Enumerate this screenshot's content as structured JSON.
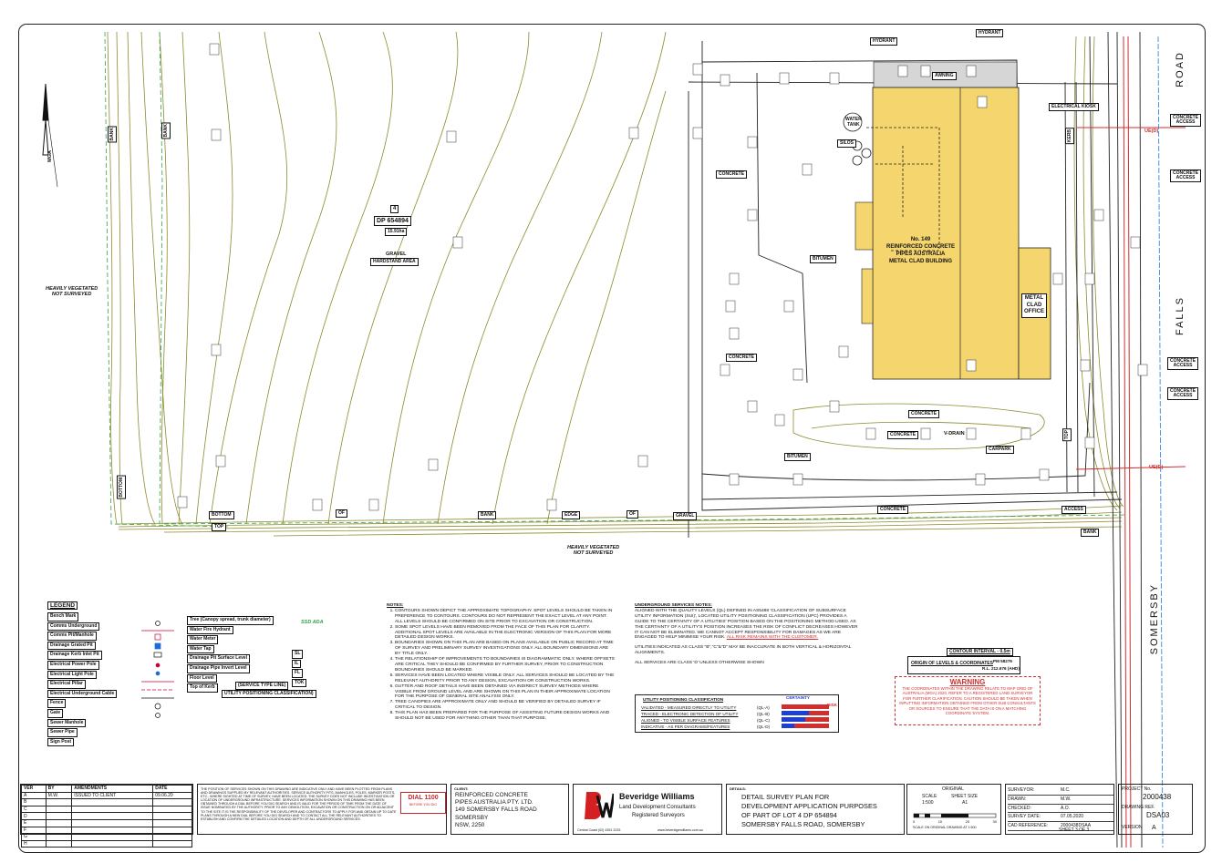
{
  "north": {
    "label": "MGA"
  },
  "lot": {
    "number": "4",
    "dp": "DP 654894",
    "area": "15.91ha"
  },
  "areas": {
    "gravel_hardstand": [
      "GRAVEL",
      "HARDSTAND AREA"
    ],
    "heavily_vegetated_left": [
      "HEAVILY VEGETATED",
      "NOT SURVEYED"
    ],
    "heavily_vegetated_bottom": [
      "HEAVILY VEGETATED",
      "NOT SURVEYED"
    ]
  },
  "building": {
    "lines": [
      "No. 149",
      "REINFORCED CONCRETE",
      "PIPES AUSTRALIA",
      "METAL CLAD BUILDING"
    ],
    "office": [
      "METAL",
      "CLAD",
      "OFFICE"
    ],
    "awning": "AWNING",
    "hydrant_top": "HYDRANT",
    "hydrant_top2": "HYDRANT",
    "water_tank": [
      "WATER",
      "TANK"
    ],
    "silos": "SILOS",
    "electrical_kiosk": "ELECTRICAL KIOSK"
  },
  "surface_labels": {
    "concrete": "CONCRETE",
    "bitumen": "BITUMEN",
    "v_drain": "V-DRAIN",
    "carpark": "CARPARK",
    "access": "ACCESS",
    "bank": "BANK",
    "edge": "EDGE",
    "gravel": "GRAVEL",
    "bottom": "BOTTOM",
    "top": "TOP",
    "of": "OF",
    "kerb": "KERB",
    "concrete_access": [
      "CONCRETE",
      "ACCESS"
    ]
  },
  "roads": {
    "road1": "ROAD",
    "road2": "FALLS",
    "road3": "SOMERSBY"
  },
  "services": {
    "ue": "UE(D)"
  },
  "legend": {
    "title": "LEGEND",
    "col1": [
      "Bench Mark",
      "Comms Underground",
      "Comms Pit/Manhole",
      "Drainage Grated Pit",
      "Drainage Kerb Inlet Pit",
      "Electrical Power Pole",
      "Electrical Light Pole",
      "Electrical Pillar",
      "Electrical Underground Cable",
      "Fence",
      "Gate",
      "Sewer Manhole",
      "Sewer Pipe",
      "Sign Post"
    ],
    "col2": [
      "Tree (Canopy spread, trunk diameter)",
      "Water Fire Hydrant",
      "Water Meter",
      "Water Tap",
      "Drainage Pit Surface Level",
      "Drainage Pipe Invert Level",
      "Floor Level",
      "Top of Kerb"
    ],
    "col3": [
      "SL",
      "IL",
      "FL",
      "TOK"
    ],
    "service_type": [
      "(SERVICE TYPE LINE)",
      "UTILITY POSITIONING CLASSIFICATION)"
    ],
    "spot": "SSD ADA"
  },
  "notes": {
    "title": "NOTES:",
    "items": [
      "CONTOURS SHOWN DEPICT THE APPROXIMATE TOPOGRAPHY. SPOT LEVELS SHOULD BE TAKEN IN PREFERENCE TO CONTOURS. CONTOURS DO NOT REPRESENT THE EXACT LEVEL AT ANY POINT. ALL LEVELS SHOULD BE CONFIRMED ON SITE PRIOR TO EXCAVATION OR CONSTRUCTION.",
      "SOME SPOT LEVELS HAVE BEEN REMOVED FROM THE FACE OF THIS PLAN FOR CLARITY. ADDITIONAL SPOT LEVELS ARE AVAILABLE IN THE ELECTRONIC VERSION OF THIS PLAN FOR MORE DETAILED DESIGN WORKS.",
      "BOUNDARIES SHOWN ON THIS PLAN ARE BASED ON PLANS AVAILABLE ON PUBLIC RECORD AT TIME OF SURVEY AND PRELIMINARY SURVEY INVESTIGATIONS ONLY. ALL BOUNDARY DIMENSIONS ARE BY TITLE ONLY.",
      "THE RELATIONSHIP OF IMPROVEMENTS TO BOUNDARIES IS DIAGRAMMATIC ONLY. WHERE OFFSETS ARE CRITICAL THEY SHOULD BE CONFIRMED BY FURTHER SURVEY, PRIOR TO CONSTRUCTION BOUNDARIES SHOULD BE MARKED.",
      "SERVICES HAVE BEEN LOCATED WHERE VISIBLE ONLY. ALL SERVICES SHOULD BE LOCATED BY THE RELEVANT AUTHORITY PRIOR TO ANY DESIGN, EXCAVATION OR CONSTRUCTION WORKS.",
      "GUTTER AND ROOF DETAILS HAVE BEEN OBTAINED VIA INDIRECT SURVEY METHODS WHERE VISIBLE FROM GROUND LEVEL AND ARE SHOWN ON THIS PLAN IN THEIR APPROXIMATE LOCATION FOR THE PURPOSE OF GENERAL SITE ANALYSIS ONLY.",
      "TREE CANOPIES ARE APPROXIMATE ONLY AND SHOULD BE VERIFIED BY DETAILED SURVEY IF CRITICAL TO DESIGN.",
      "THIS PLAN HAS BEEN PREPARED FOR THE PURPOSE OF ASSISTING FUTURE DESIGN WORKS AND SHOULD NOT BE USED FOR ANYTHING OTHER THAN THAT PURPOSE."
    ]
  },
  "ug_notes": {
    "title": "UNDERGROUND SERVICES NOTES:",
    "p1": "ALIGNED WITH THE QUALITY LEVELS (QL) DEFINED IN AS5488 'CLASSIFICATION OF SUBSURFACE UTILITY INFORMATION (SUI)', LOCATED UTILITY POSITIONING CLASSIFICATION (UPC) PROVIDES A GUIDE TO THE CERTAINTY OF A UTILITIES' POSITION BASED ON THE POSITIONING METHOD USED. AS THE CERTAINTY OF A UTILITY'S POSITION INCREASES THE RISK OF CONFLICT DECREASES HOWEVER IT CAN NOT BE ELIMINATED. WE CANNOT ACCEPT RESPONSIBILITY FOR DAMAGES AS WE ARE ENGAGED TO HELP MINIMISE YOUR RISK.",
    "p1_red": "ALL RISK REMAINS WITH THE CUSTOMER.",
    "p2": "UTILITIES INDICATED AS CLASS \"B\",\"C\"&\"D\" MAY BE INACCURATE IN BOTH VERTICAL & HORIZONTAL ALIGNMENTS.",
    "p3": "ALL SERVICES ARE CLASS 'D' UNLESS OTHERWISE SHOWN"
  },
  "upc": {
    "title": "UTILITY POSITIONING CLASSIFICATION",
    "certainty": "CERTAINTY",
    "rows": [
      "VALIDATED - MEASURED DIRECTLY TO UTILITY",
      "TRACED - ELECTRONIC DETECTION OF UTILITY",
      "ALIGNED - TO VISIBLE SURFACE FEATURES",
      "INDICATIVE - AS PER DIAGRAMS/FEATURES"
    ],
    "codes": [
      "(QL-A)",
      "(QL-B)",
      "(QL-C)",
      "(QL-D)"
    ],
    "risk": "RISK"
  },
  "contour": {
    "interval": "CONTOUR INTERVAL - 0.5m",
    "origin": "ORIGIN OF LEVELS & COORDINATES",
    "pm": "PM 58276",
    "rl": "R.L. 212.676 (AHD)"
  },
  "warning": {
    "title": "WARNING",
    "text": "THE COORDINATES WITHIN THE DRAWING RELATE TO MAP GRID OF AUSTRALIA (MGA) 2020. REFER TO A REGISTERED LAND SURVEYOR FOR FURTHER CLARIFICATION. CAUTION SHOULD BE TAKEN WHEN INPUTTING INFORMATION OBTAINED FROM OTHER SUB CONSULTANTS OR SOURCES TO ENSURE THAT THE DATA IS ON A MATCHING COORDINATE SYSTEM."
  },
  "title_block": {
    "amend_headers": [
      "VER",
      "BY",
      "AMENDMENTS",
      "DATE"
    ],
    "amend_row": [
      "A",
      "M.W.",
      "ISSUED TO CLIENT",
      "09.06.20"
    ],
    "amend_letters": [
      "A",
      "B",
      "C",
      "D",
      "E",
      "F",
      "G",
      "H"
    ],
    "disclaimer": "THE POSITION OF SERVICES SHOWN ON THIS DRAWING ARE INDICATIVE ONLY AND HAVE BEEN PLOTTED FROM PLANS AND DRAWINGS SUPPLIED BY RELEVANT AUTHORITIES. SERVICE AUTHORITY PITS, MANHOLES, POLES, MARKER POSTS, ETC., WHERE SIGHTED AT TIME OF SURVEY, HAVE BEEN LOCATED. THE SURVEY DOES NOT INCLUDE INVESTIGATION OR LOCATION OF UNDERGROUND INFRASTRUCTURE. SERVICES INFORMATION SHOWN ON THIS DRAWING HAS BEEN OBTAINED THROUGH A DIAL BEFORE YOU DIG SEARCH AND IS VALID FOR THE PERIOD OF TIME FROM THE DATE OF ISSUE NOMINATED BY THE AUTHORITY. PRIOR TO ANY DEMOLITION, EXCAVATION OR CONSTRUCTION ON OR ADJACENT TO THE SITE IT IS THE RESPONSIBILITY OF THE DEVELOPER AND CONTRACTORS TO APPLY FOR AND OBTAIN UP TO DATE PLANS THROUGH A NEW DIAL BEFORE YOU DIG SEARCH AND TO CONTACT ALL THE RELEVANT AUTHORITIES TO ESTABLISH AND CONFIRM THE DETAILED LOCATION AND DEPTH OF ALL UNDERGROUND SERVICES.",
    "dial": [
      "DIAL 1100",
      "BEFORE YOU DIG"
    ],
    "client_label": "CLIENT:",
    "client": [
      "REINFORCED CONCRETE",
      "PIPES AUSTRALIA PTY. LTD.",
      "149 SOMERSBY FALLS ROAD",
      "SOMERSBY",
      "NSW, 2250"
    ],
    "company": "Beveridge Williams",
    "company_sub1": "Land Development Consultants",
    "company_sub2": "Registered Surveyors",
    "company_phone": "Central Coast (02) 4351 2233",
    "company_web": "www.beveridgewilliams.com.au",
    "details_label": "DETAILS:",
    "details": [
      "DETAIL SURVEY PLAN FOR",
      "DEVELOPMENT APPLICATION PURPOSES",
      "OF PART OF LOT 4 DP 654894",
      "SOMERSBY FALLS ROAD, SOMERSBY"
    ],
    "original": "ORIGINAL",
    "scale_label": "SCALE",
    "scale": "1:500",
    "sheet_size_label": "SHEET SIZE",
    "sheet_size": "A1",
    "scale_ticks": [
      "0",
      "10",
      "20",
      "30"
    ],
    "scale_note": "SCALE ON ORIGINAL DRAWING AT 1:500",
    "survey_rows": [
      [
        "SURVEYOR:",
        "M.C."
      ],
      [
        "DRAWN:",
        "M.W."
      ],
      [
        "CHECKED:",
        "A.O."
      ],
      [
        "SURVEY DATE:",
        "07.05.2020"
      ],
      [
        "CAD REFERENCE:",
        "2000438DSAA"
      ]
    ],
    "sheet": "SHEET 3 OF 3",
    "project_label": "PROJECT No.",
    "project": "2000438",
    "drawing_label": "DRAWING REF.",
    "drawing": "DSA03",
    "version_label": "VERSION",
    "version": "A"
  }
}
